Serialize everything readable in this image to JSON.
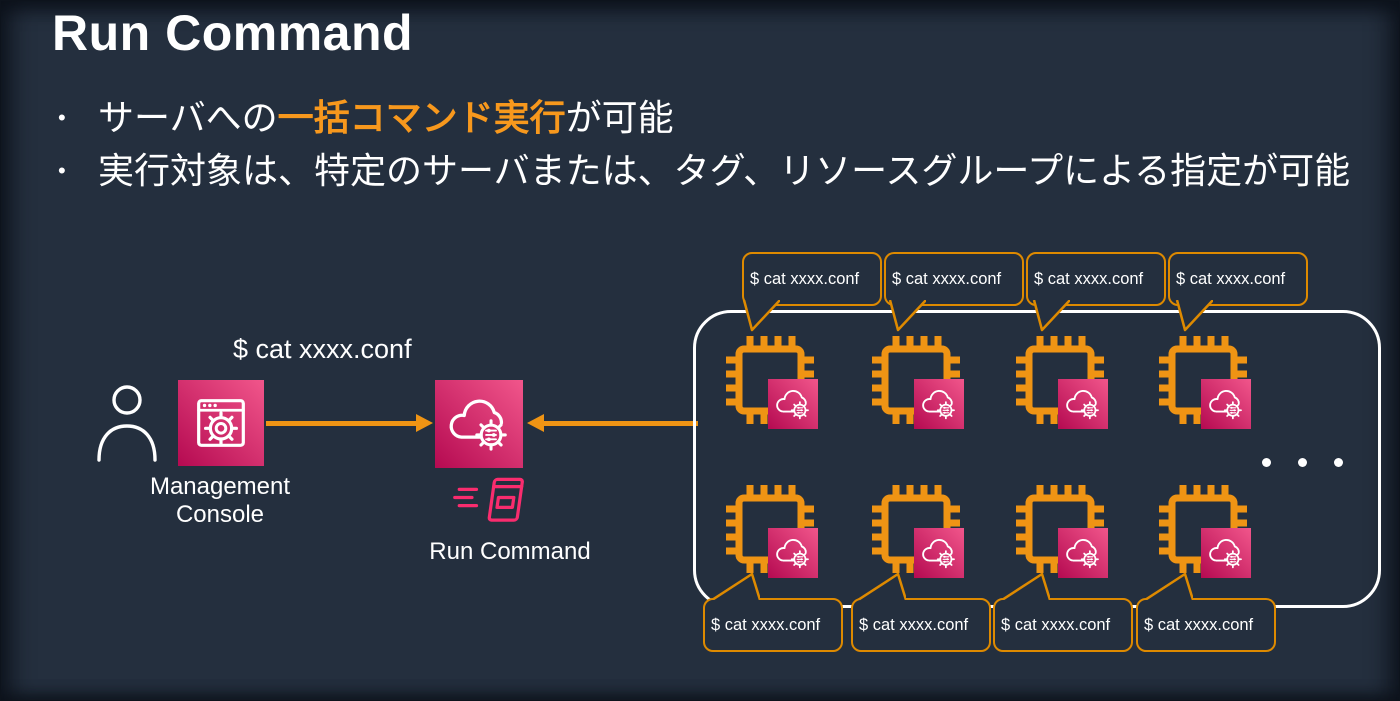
{
  "slide": {
    "title": "Run Command",
    "bullet_marker": "•",
    "bullets": [
      {
        "pre": "サーバへの",
        "highlight": "一括コマンド実行",
        "post": "が可能"
      },
      {
        "pre": "実行対象は、特定のサーバまたは、タグ、リソースグループによる指定が可能",
        "highlight": "",
        "post": ""
      }
    ]
  },
  "diagram": {
    "command_text": "$ cat xxxx.conf",
    "management_console_label": "Management\nConsole",
    "run_command_label": "Run Command",
    "bubbles_top": [
      {
        "label": "$ cat xxxx.conf"
      },
      {
        "label": "$ cat xxxx.conf"
      },
      {
        "label": "$ cat xxxx.conf"
      },
      {
        "label": "$ cat xxxx.conf"
      }
    ],
    "bubbles_bottom": [
      {
        "label": "$ cat xxxx.conf"
      },
      {
        "label": "$ cat xxxx.conf"
      },
      {
        "label": "$ cat xxxx.conf"
      },
      {
        "label": "$ cat xxxx.conf"
      }
    ],
    "icons": {
      "user": "user-icon",
      "management_console": "browser-gear-icon",
      "systems_manager": "cloud-gear-icon",
      "run_command": "run-command-doc-icon",
      "instance": "cpu-chip-icon",
      "more": "ellipsis-dots"
    },
    "colors": {
      "background": "#242F3E",
      "accent_orange": "#EF9414",
      "bubble_border_orange": "#DE8A00",
      "highlight_orange": "#F7981D",
      "icon_pink_light": "#F1568B",
      "icon_pink_dark": "#B50A51",
      "run_command_pink": "#FA2C6E",
      "white": "#FFFFFF"
    }
  }
}
